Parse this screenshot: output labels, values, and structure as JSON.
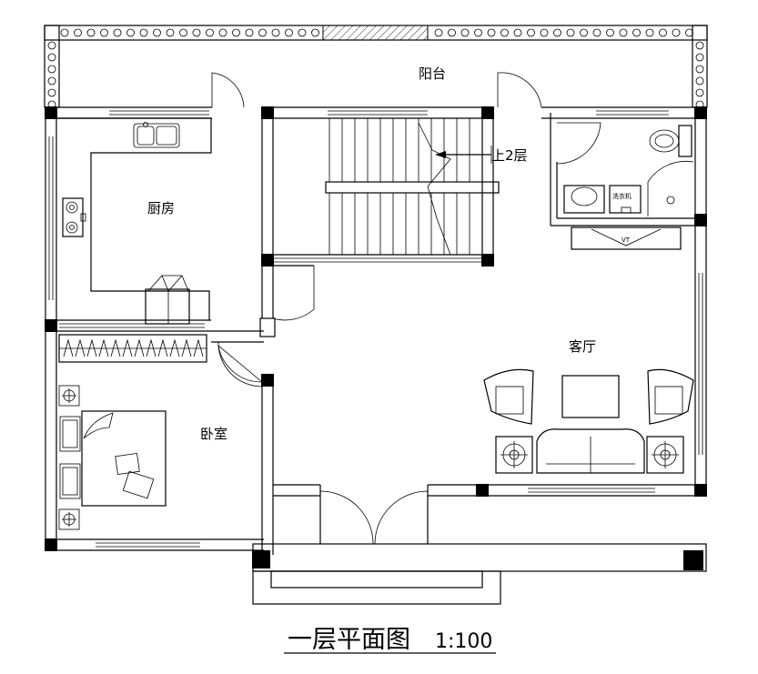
{
  "plan": {
    "rooms": {
      "balcony": "阳台",
      "kitchen": "厨房",
      "living_room": "客厅",
      "bedroom": "卧室"
    },
    "stair_label": "上2层",
    "washer_label": "洗衣机",
    "tv_label": "VT"
  },
  "title": {
    "text": "一层平面图",
    "scale": "1:100"
  }
}
